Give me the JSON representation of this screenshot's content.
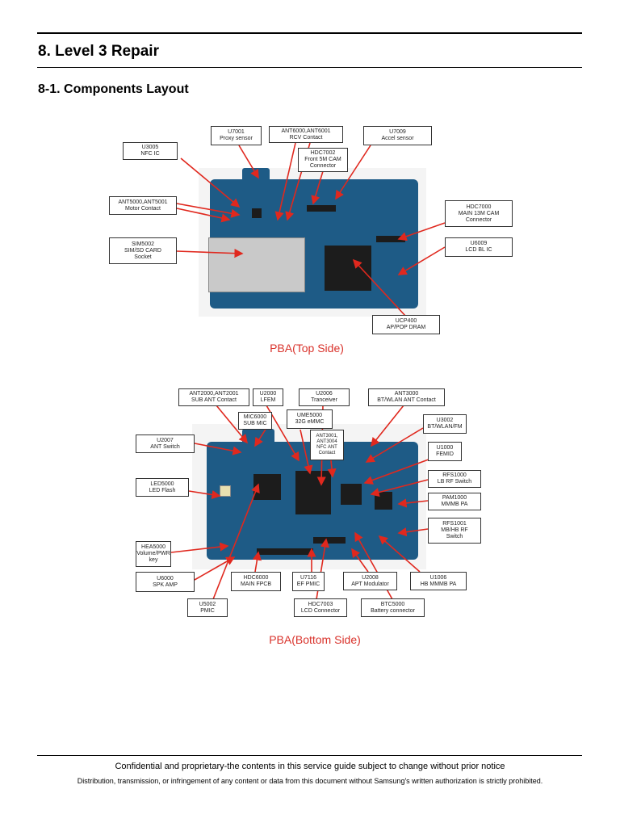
{
  "header": {
    "section_title": "8. Level 3 Repair",
    "subsection_title": "8-1. Components Layout"
  },
  "top_figure": {
    "caption": "PBA(Top Side)",
    "callouts": [
      {
        "id": "u3005",
        "lines": [
          "U3005",
          "NFC IC"
        ]
      },
      {
        "id": "u7001",
        "lines": [
          "U7001",
          "Proxy sensor"
        ]
      },
      {
        "id": "ant6000",
        "lines": [
          "ANT6000,ANT6001",
          "RCV Contact"
        ]
      },
      {
        "id": "u7009",
        "lines": [
          "U7009",
          "Accel sensor"
        ]
      },
      {
        "id": "hdc7002",
        "lines": [
          "HDC7002",
          "Front 5M CAM",
          "Connector"
        ]
      },
      {
        "id": "ant5000",
        "lines": [
          "ANT5000,ANT5001",
          "Motor Contact"
        ]
      },
      {
        "id": "hdc7000",
        "lines": [
          "HDC7000",
          "MAIN 13M CAM",
          "Connector"
        ]
      },
      {
        "id": "sim5002",
        "lines": [
          "SIM5002",
          "SIM/SD CARD",
          "Socket"
        ]
      },
      {
        "id": "u6009",
        "lines": [
          "U6009",
          "LCD BL IC"
        ]
      },
      {
        "id": "ucp400",
        "lines": [
          "UCP400",
          "AP/POP DRAM"
        ]
      }
    ]
  },
  "bottom_figure": {
    "caption": "PBA(Bottom Side)",
    "callouts": [
      {
        "id": "ant2000",
        "lines": [
          "ANT2000,ANT2001",
          "SUB ANT Contact"
        ]
      },
      {
        "id": "u2000",
        "lines": [
          "U2000",
          "LFEM"
        ]
      },
      {
        "id": "u2006",
        "lines": [
          "U2006",
          "Tranceiver"
        ]
      },
      {
        "id": "ant3000",
        "lines": [
          "ANT3000",
          "BT/WLAN ANT Contact"
        ]
      },
      {
        "id": "mic6000",
        "lines": [
          "MIC6000",
          "SUB MIC"
        ]
      },
      {
        "id": "ume5000",
        "lines": [
          "UME5000",
          "32G eMMC"
        ]
      },
      {
        "id": "u3002",
        "lines": [
          "U3002",
          "BT/WLAN/FM"
        ]
      },
      {
        "id": "u2007",
        "lines": [
          "U2007",
          "ANT Switch"
        ]
      },
      {
        "id": "ant3001",
        "lines": [
          "ANT3001,",
          "ANT3004",
          "NFC ANT",
          "Contact"
        ]
      },
      {
        "id": "u1000",
        "lines": [
          "U1000",
          "FEMID"
        ]
      },
      {
        "id": "led5000",
        "lines": [
          "LED5000",
          "LED Flash"
        ]
      },
      {
        "id": "rfs1000",
        "lines": [
          "RFS1000",
          "LB RF Switch"
        ]
      },
      {
        "id": "pam1000",
        "lines": [
          "PAM1000",
          "MMMB PA"
        ]
      },
      {
        "id": "rfs1001",
        "lines": [
          "RFS1001",
          "MB/HB RF",
          "Switch"
        ]
      },
      {
        "id": "hea5000",
        "lines": [
          "HEA5000",
          "Volume/PWR",
          "key"
        ]
      },
      {
        "id": "u6000",
        "lines": [
          "U6000",
          "SPK AMP"
        ]
      },
      {
        "id": "hdc6000",
        "lines": [
          "HDC6000",
          "MAIN FPCB"
        ]
      },
      {
        "id": "u7116",
        "lines": [
          "U7116",
          "EF PMIC"
        ]
      },
      {
        "id": "u2008",
        "lines": [
          "U2008",
          "APT Modulator"
        ]
      },
      {
        "id": "u1006",
        "lines": [
          "U1006",
          "HB MMMB PA"
        ]
      },
      {
        "id": "u5002",
        "lines": [
          "U5002",
          "PMIC"
        ]
      },
      {
        "id": "hdc7003",
        "lines": [
          "HDC7003",
          "LCD Connector"
        ]
      },
      {
        "id": "btc5000",
        "lines": [
          "BTC5000",
          "Battery connector"
        ]
      }
    ]
  },
  "footer": {
    "line1": "Confidential and proprietary-the contents in this service guide subject to change without prior notice",
    "line2": "Distribution, transmission, or infringement of any content or data from this document without Samsung's written authorization is strictly prohibited."
  },
  "colors": {
    "arrow": "#e0281e",
    "pcb": "#1e5b86",
    "caption": "#d9322b"
  }
}
